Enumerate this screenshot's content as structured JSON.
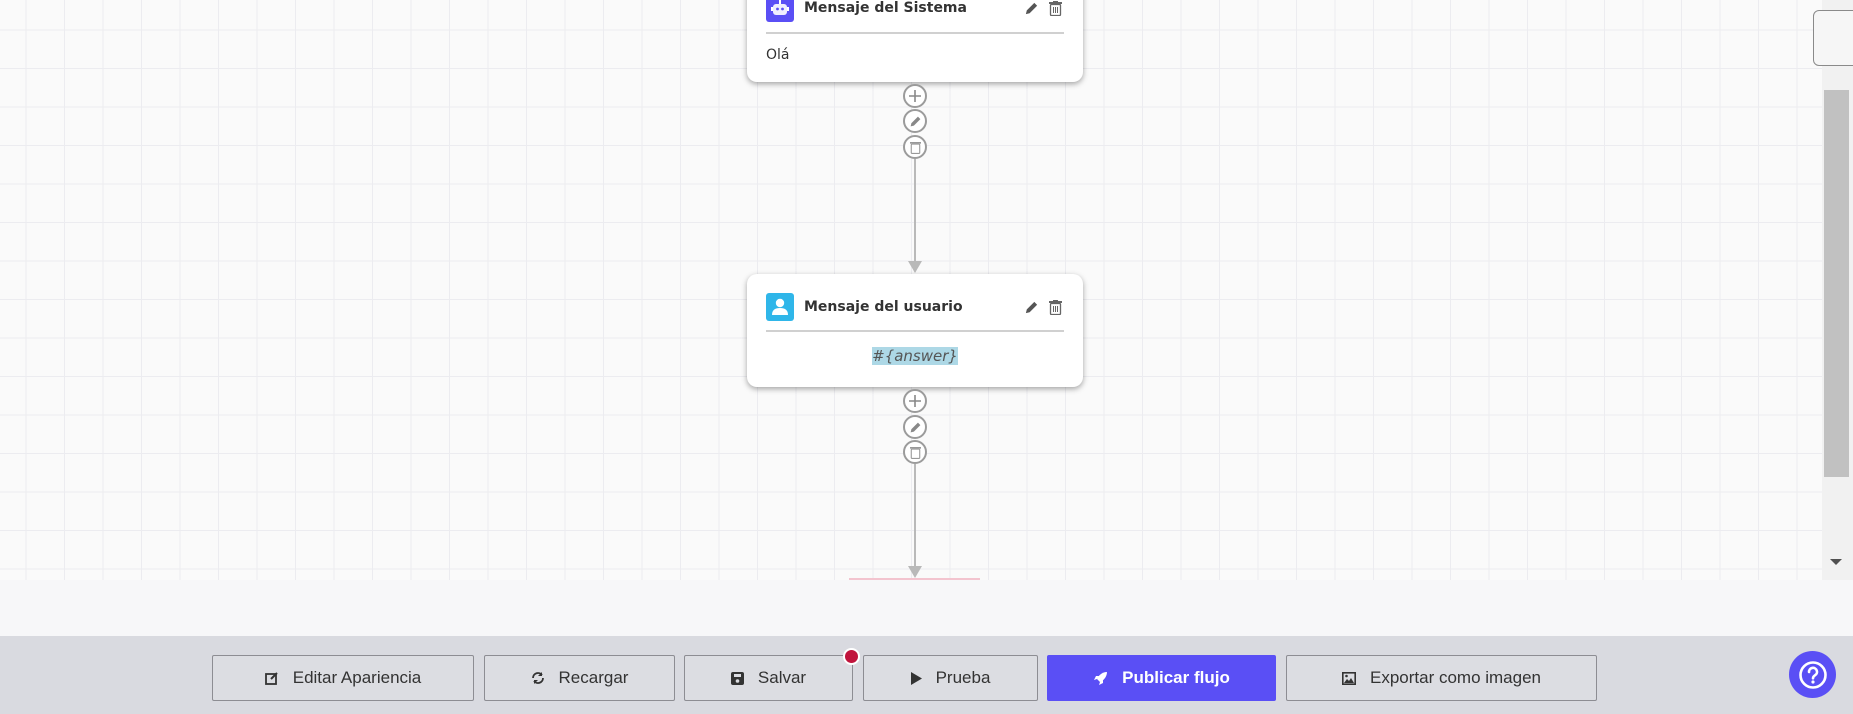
{
  "canvas": {
    "nodes": [
      {
        "type": "system",
        "title": "Mensaje del Sistema",
        "content": "Olá",
        "icon": "robot-icon",
        "icon_color": "#5a4ff5"
      },
      {
        "type": "user",
        "title": "Mensaje del usuario",
        "content": "#{answer}",
        "icon": "user-icon",
        "icon_color": "#2fb6e9"
      }
    ]
  },
  "toolbar": {
    "edit_appearance": "Editar Apariencia",
    "reload": "Recargar",
    "save": "Salvar",
    "test": "Prueba",
    "publish": "Publicar flujo",
    "export": "Exportar como imagen",
    "unsaved_indicator_color": "#c0143c",
    "accent": "#5a4ff5"
  }
}
